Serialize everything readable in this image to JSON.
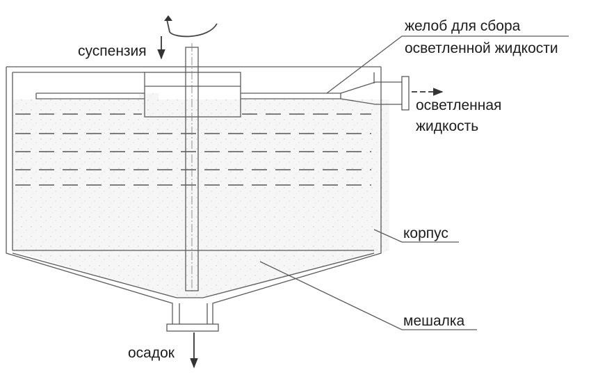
{
  "labels": {
    "suspension": "суспензия",
    "trough_line1": "желоб для сбора",
    "trough_line2": "осветленной жидкости",
    "clarified_line1": "осветленная",
    "clarified_line2": "жидкость",
    "housing": "корпус",
    "stirrer": "мешалка",
    "sediment": "осадок"
  },
  "colors": {
    "line": "#5a5a5a",
    "text": "#1c1c1c",
    "fill_speckle": "#f4f4f4"
  }
}
